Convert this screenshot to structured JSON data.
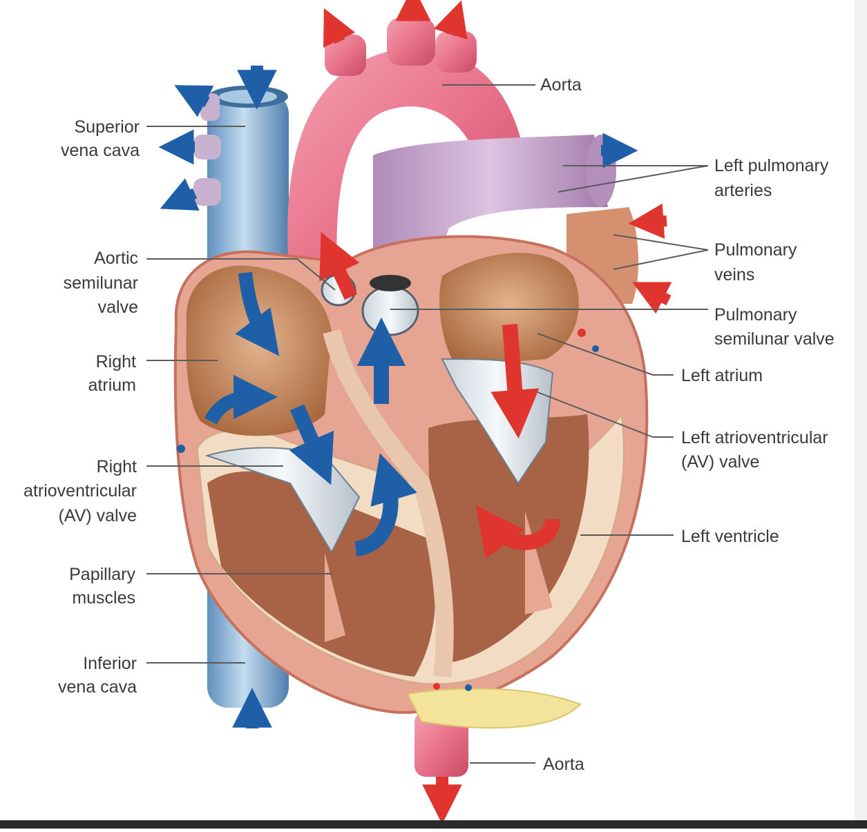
{
  "labels": {
    "aorta_top": "Aorta",
    "superior_vena_cava": [
      "Superior",
      "vena cava"
    ],
    "left_pulmonary_arteries": [
      "Left pulmonary",
      "arteries"
    ],
    "pulmonary_veins": [
      "Pulmonary",
      "veins"
    ],
    "aortic_semilunar_valve": [
      "Aortic",
      "semilunar",
      "valve"
    ],
    "pulmonary_semilunar_valve": [
      "Pulmonary",
      "semilunar valve"
    ],
    "right_atrium": [
      "Right",
      "atrium"
    ],
    "left_atrium": "Left atrium",
    "left_av_valve": [
      "Left atrioventricular",
      "(AV) valve"
    ],
    "right_av_valve": [
      "Right",
      "atrioventricular",
      "(AV) valve"
    ],
    "left_ventricle": "Left ventricle",
    "papillary_muscles": [
      "Papillary",
      "muscles"
    ],
    "inferior_vena_cava": [
      "Inferior",
      "vena cava"
    ],
    "aorta_bottom": "Aorta"
  },
  "colors": {
    "deoxygenated_flow": "#1f5fa8",
    "oxygenated_flow": "#e0342f",
    "vena_cava": "#8fb4d4",
    "aorta": "#e8738a",
    "pulmonary_artery": "#c9a8cf",
    "chamber": "#d09a72",
    "myocardium": "#f2dcc4",
    "valve": "#e9eef2"
  }
}
